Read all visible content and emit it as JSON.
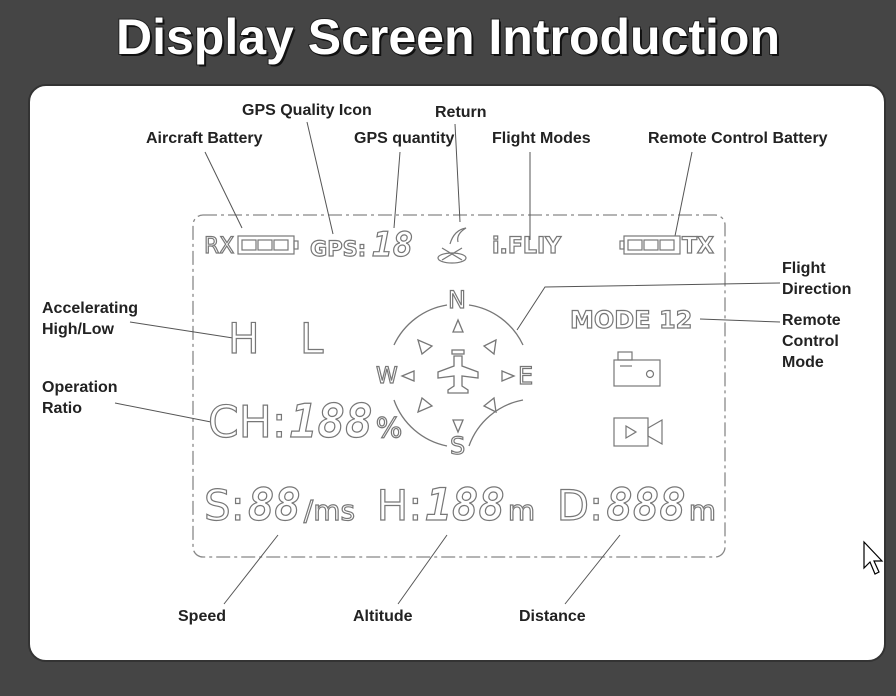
{
  "title": "Display Screen Introduction",
  "labels": {
    "aircraft_battery": "Aircraft Battery",
    "gps_quality_icon": "GPS Quality Icon",
    "gps_quantity": "GPS quantity",
    "return": "Return",
    "flight_modes": "Flight Modes",
    "remote_control_battery": "Remote Control Battery",
    "flight_direction": [
      "Flight",
      "Direction"
    ],
    "remote_control_mode": [
      "Remote",
      "Control",
      "Mode"
    ],
    "accelerating": [
      "Accelerating",
      "High/Low"
    ],
    "operation_ratio": [
      "Operation",
      "Ratio"
    ],
    "speed": "Speed",
    "altitude": "Altitude",
    "distance": "Distance"
  },
  "lcd": {
    "rx": "RX",
    "gps": "GPS:",
    "gps_digits": "18",
    "flight_mode": "i.FLIY",
    "tx": "TX",
    "high": "H",
    "low": "L",
    "mode": "MODE 12",
    "ch": "CH:",
    "ch_digits": "188",
    "percent": "%",
    "compass": {
      "n": "N",
      "s": "S",
      "e": "E",
      "w": "W"
    },
    "speed_prefix": "S:",
    "speed_digits": "88",
    "speed_unit": "/ms",
    "height_prefix": "H:",
    "height_digits": "188",
    "height_unit": "m",
    "distance_prefix": "D:",
    "distance_digits": "888",
    "distance_unit": "m"
  }
}
